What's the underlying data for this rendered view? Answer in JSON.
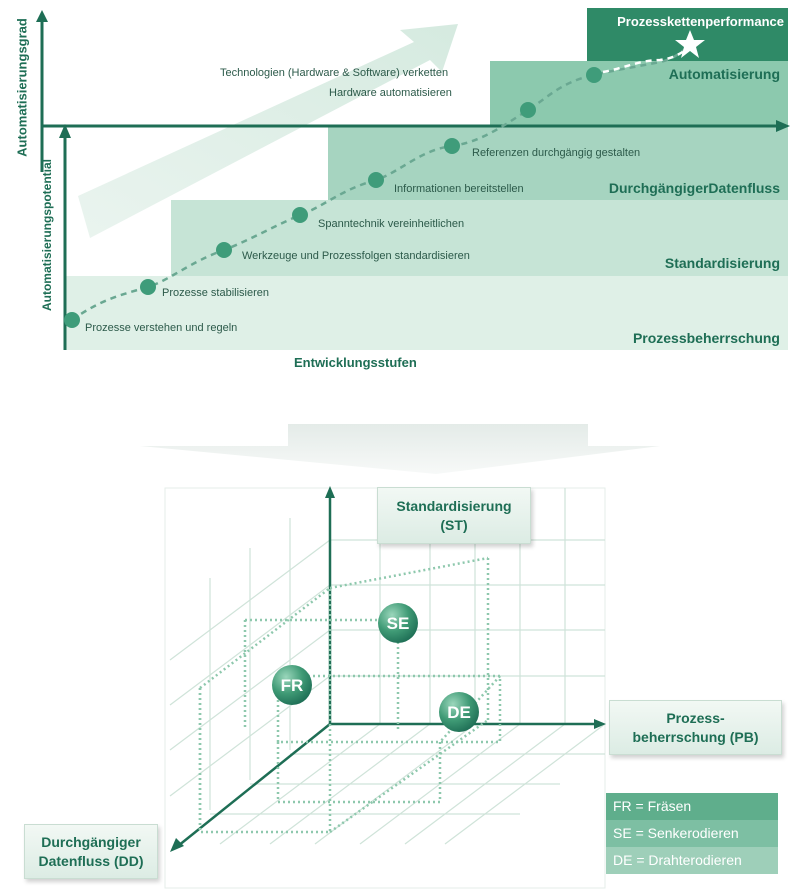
{
  "top_chart": {
    "y_axis_outer": "Automatisierungsgrad",
    "y_axis_inner": "Automatisierungspotential",
    "x_axis": "Entwicklungsstufen",
    "goal_label": "Prozesskettenperformance",
    "bands": [
      {
        "label": "Prozessbeherrschung",
        "color": "#dff0e7"
      },
      {
        "label": "Standardisierung",
        "color": "#bfe0d1"
      },
      {
        "label": "DurchgängigerDatenfluss",
        "color": "#9ed0bb"
      },
      {
        "label": "Automatisierung",
        "color": "#7fc2a6"
      }
    ],
    "steps": [
      "Prozesse  verstehen und regeln",
      "Prozesse  stabilisieren",
      "Werkzeuge  und Prozessfolgen standardisieren",
      "Spanntechnik  vereinheitlichen",
      "Informationen bereitstellen",
      "Referenzen  durchgängig  gestalten",
      "Hardware  automatisieren",
      "Technologien  (Hardware & Software)  verketten"
    ],
    "accent_color": "#1e6e55",
    "dot_color": "#3f9c7a"
  },
  "bottom_chart": {
    "axis_st": {
      "line1": "Standardisierung",
      "line2": "(ST)"
    },
    "axis_pb": {
      "line1": "Prozess-",
      "line2": "beherrschung (PB)"
    },
    "axis_dd": {
      "line1": "Durchgängiger",
      "line2": "Datenfluss (DD)"
    },
    "balls": [
      "SE",
      "FR",
      "DE"
    ],
    "legend": [
      {
        "text": "FR = Fräsen",
        "color": "#5fae8c"
      },
      {
        "text": "SE = Senkerodieren",
        "color": "#7dbfa3"
      },
      {
        "text": "DE = Drahterodieren",
        "color": "#9ecfb9"
      }
    ]
  }
}
